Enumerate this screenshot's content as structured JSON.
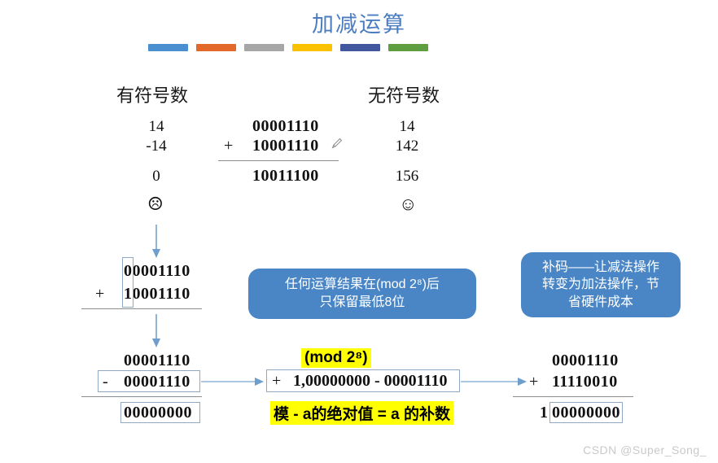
{
  "slide": {
    "title": "加减运算",
    "title_color": "#4b7dc0",
    "accent_bars": [
      {
        "name": "bar-blue",
        "color": "#4a90d0"
      },
      {
        "name": "bar-orange",
        "color": "#e2692a"
      },
      {
        "name": "bar-gray",
        "color": "#a6a6a6"
      },
      {
        "name": "bar-yellow",
        "color": "#fcc200"
      },
      {
        "name": "bar-darkblue",
        "color": "#41589f"
      },
      {
        "name": "bar-green",
        "color": "#5f9e3f"
      }
    ],
    "watermark": "CSDN @Super_Song_"
  },
  "top_example": {
    "signed_header": "有符号数",
    "unsigned_header": "无符号数",
    "signed_values": [
      "14",
      "-14",
      "0"
    ],
    "unsigned_values": [
      "14",
      "142",
      "156"
    ],
    "binary": {
      "operand1": "00001110",
      "operator": "+",
      "operand2": "10001110",
      "result": "10011100"
    },
    "signed_face": "☹",
    "unsigned_face": "☺"
  },
  "middle_example": {
    "operand1": "00001110",
    "operator": "+",
    "operand2": "10001110",
    "sign_bit_note": "sign-bit-highlight"
  },
  "bottom_left": {
    "operand1": "00001110",
    "operator": "-",
    "operand2": "00001110",
    "result": "00000000"
  },
  "bottom_middle": {
    "mod_label": "(mod 2⁸)",
    "expression_operator": "+",
    "expression": "1,00000000 - 00001110",
    "note": "模 - a的绝对值 = a 的补数",
    "highlight_color": "#ffff00"
  },
  "bottom_right": {
    "operand1": "00001110",
    "operator": "+",
    "operand2": "11110010",
    "result_carry": "1",
    "result": "00000000"
  },
  "callouts": [
    {
      "name": "mod-callout",
      "line1": "任何运算结果在(mod 2⁸)后",
      "line2": "只保留最低8位",
      "color": "#4a86c5"
    },
    {
      "name": "complement-callout",
      "line1": "补码——让减法操作",
      "line2": "转变为加法操作，节",
      "line3": "省硬件成本",
      "color": "#4a86c5"
    }
  ],
  "arrows": {
    "arrow_color": "#8eb4d8",
    "items": [
      {
        "name": "arrow-down-top",
        "direction": "down"
      },
      {
        "name": "arrow-down-middle",
        "direction": "down"
      },
      {
        "name": "arrow-right-left-to-middle",
        "direction": "right"
      },
      {
        "name": "arrow-right-middle-to-right",
        "direction": "right"
      }
    ]
  }
}
